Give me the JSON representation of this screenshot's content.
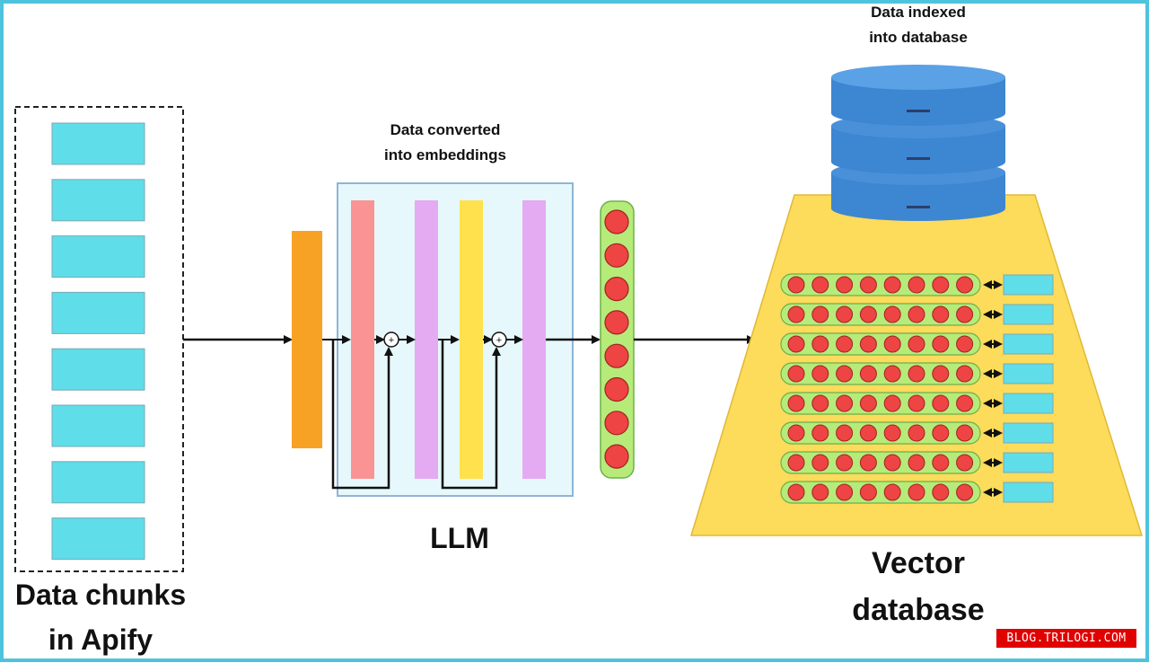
{
  "labels": {
    "chunks_line1": "Data chunks",
    "chunks_line2": "in Apify",
    "embed_line1": "Data converted",
    "embed_line2": "into embeddings",
    "llm": "LLM",
    "indexed_line1": "Data indexed",
    "indexed_line2": "into database",
    "vector_line1": "Vector",
    "vector_line2": "database"
  },
  "watermark": "BLOG.TRILOGI.COM",
  "colors": {
    "frame": "#4fc3de",
    "chunk_fill": "#5fdde8",
    "orange_layer": "#f7a224",
    "pink_layer": "#fa9494",
    "lavender_layer": "#e4aaf2",
    "yellow_layer": "#ffe14d",
    "llm_box": "#e6f8fb",
    "node_fill": "#ee4444",
    "vector_pill": "#b6eb7a",
    "trapezoid": "#fddb5b",
    "database": "#4a90d9",
    "watermark_bg": "#e00000"
  }
}
